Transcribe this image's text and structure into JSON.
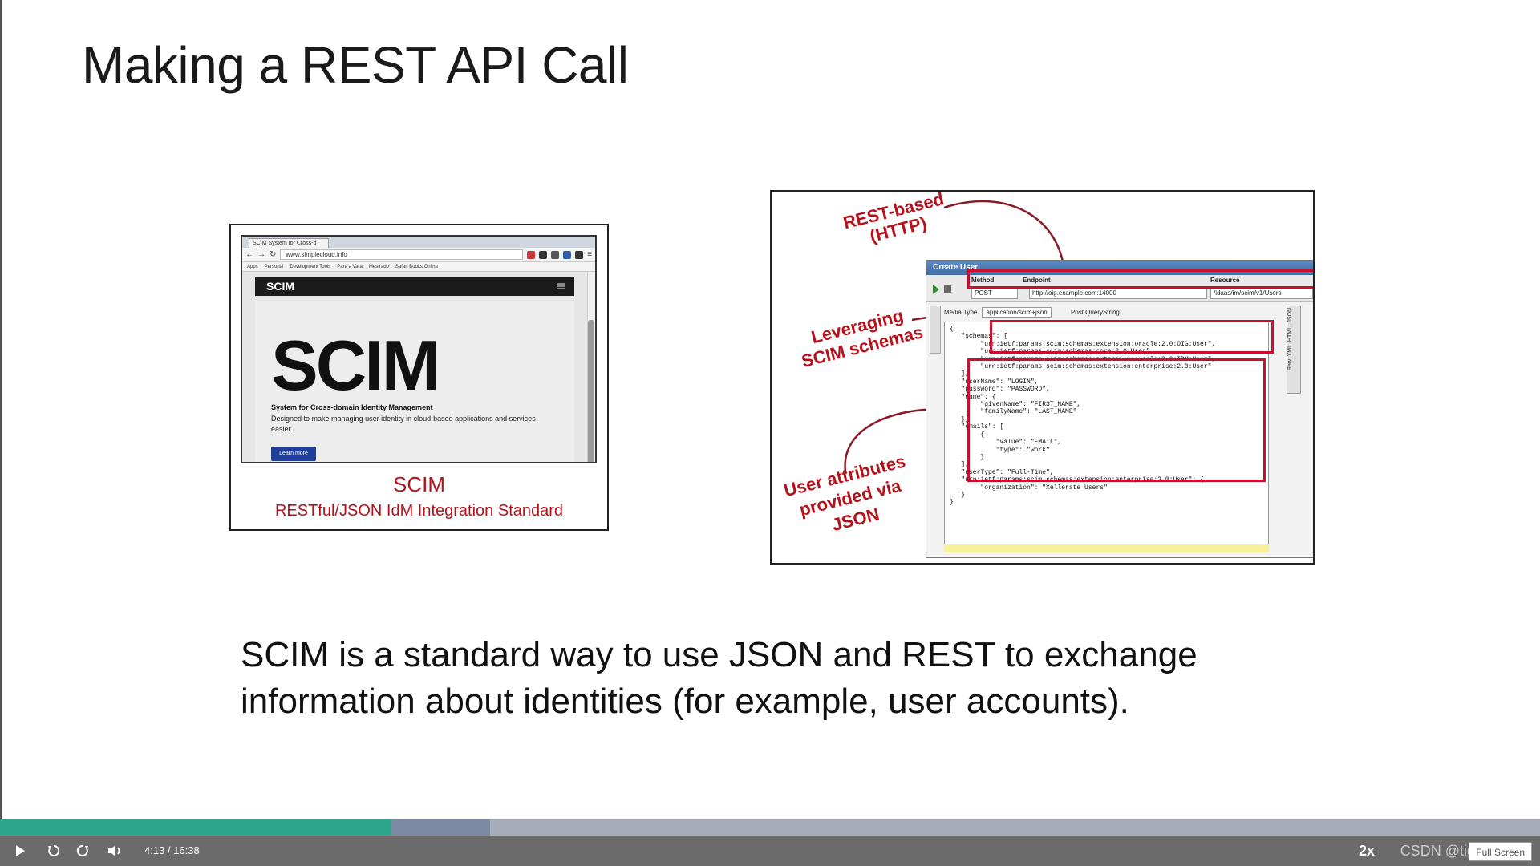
{
  "slide": {
    "title": "Making a REST API Call",
    "body": "SCIM is a standard way to use JSON and REST to exchange information about identities (for example, user accounts)."
  },
  "left_figure": {
    "browser_tab": "SCIM System for Cross-d",
    "browser_url": "www.simplecloud.info",
    "bookmarks": [
      "Apps",
      "Personal",
      "Development Tools",
      "Para a Vara",
      "Mestrado",
      "Safari Books Online"
    ],
    "site_header": "SCIM",
    "logo": "SCIM",
    "site_tagline": "System for Cross-domain Identity Management",
    "site_description": "Designed to make managing user identity in cloud-based applications and services easier.",
    "learn_more": "Learn more",
    "caption_title": "SCIM",
    "caption_subtitle": "RESTful/JSON IdM Integration Standard"
  },
  "right_figure": {
    "label_rest": "REST-based\n(HTTP)",
    "label_schemas": "Leveraging\nSCIM schemas",
    "label_attributes": "User attributes\nprovided via\nJSON",
    "window_title": "Create User",
    "method_label": "Method",
    "endpoint_label": "Endpoint",
    "resource_label": "Resource",
    "method_value": "POST",
    "endpoint_value": "http://oig.example.com:14000",
    "resource_value": "/idaas/im/scim/v1/Users",
    "media_type_label": "Media Type",
    "media_type_value": "application/scim+json",
    "post_query_label": "Post QueryString",
    "side_tabs": [
      "JSON",
      "HTML",
      "XML",
      "Raw"
    ],
    "json_body": "{\n   \"schemas\": [\n        \"urn:ietf:params:scim:schemas:extension:oracle:2.0:OIG:User\",\n        \"urn:ietf:params:scim:schemas:core:2.0:User\",\n        \"urn:ietf:params:scim:schemas:extension:oracle:2.0:IDM:User\",\n        \"urn:ietf:params:scim:schemas:extension:enterprise:2.0:User\"\n   ],\n   \"userName\": \"LOGIN\",\n   \"password\": \"PASSWORD\",\n   \"name\": {\n        \"givenName\": \"FIRST_NAME\",\n        \"familyName\": \"LAST_NAME\"\n   },\n   \"emails\": [\n        {\n            \"value\": \"EMAIL\",\n            \"type\": \"work\"\n        }\n   ],\n   \"userType\": \"Full-Time\",\n   \"urn:ietf:params:scim:schemas:extension:enterprise:2.0:User\": {\n        \"organization\": \"Xellerate Users\"\n   }\n}"
  },
  "player": {
    "play_icon": "play-icon",
    "current_time": "4:13",
    "duration": "16:38",
    "time_display": "4:13 / 16:38",
    "played_fraction": 0.254,
    "buffered_fraction": 0.318,
    "speed": "2x",
    "watermark": "CSDN @tigerfurfish",
    "fullscreen_tip": "Full Screen",
    "colors": {
      "played": "#2da68d",
      "buffered": "#7b8aa2",
      "track": "#a6adb8",
      "bar": "#6b6b6b"
    }
  }
}
